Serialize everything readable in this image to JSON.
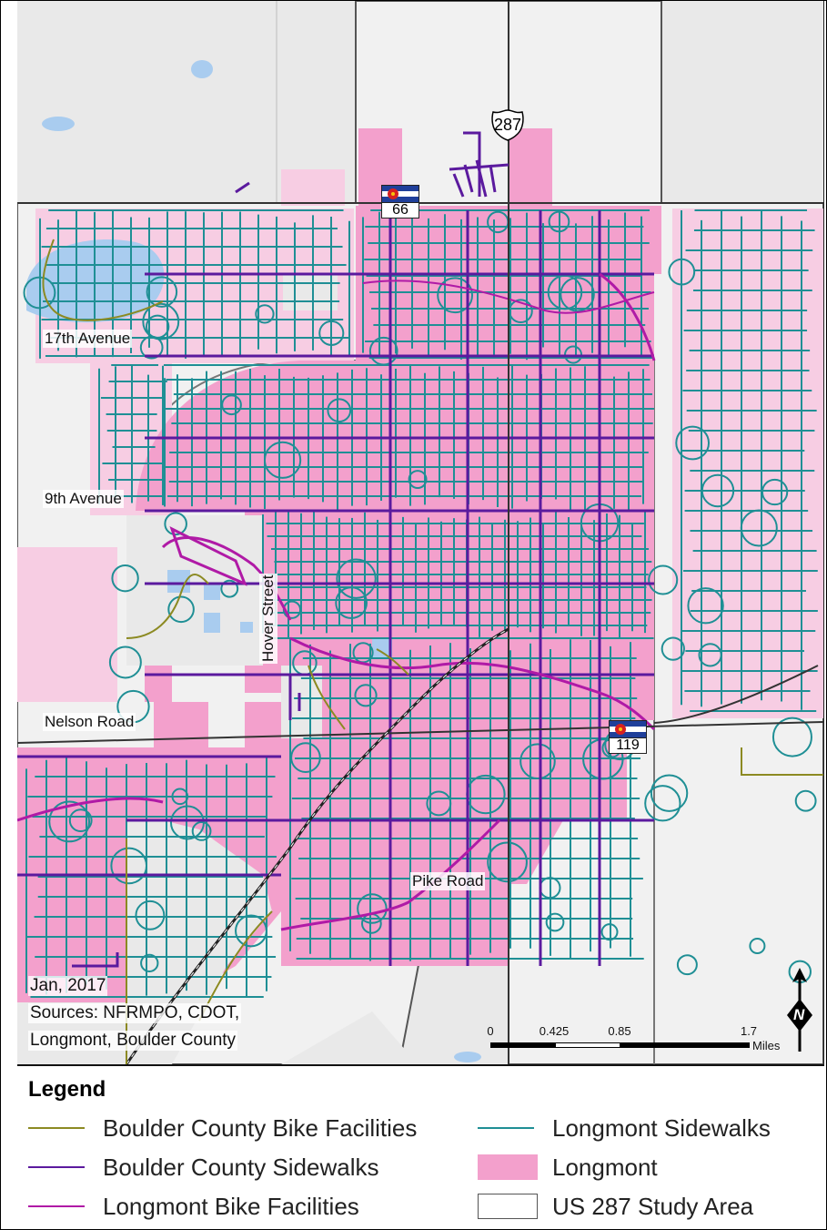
{
  "place_labels": {
    "ave17": "17th Avenue",
    "ave9": "9th Avenue",
    "hover": "Hover Street",
    "nelson": "Nelson Road",
    "pike": "Pike Road"
  },
  "shields": {
    "us287": "287",
    "co66": "66",
    "co119": "119"
  },
  "credits": {
    "date": "Jan, 2017",
    "sources_line1": "Sources: NFRMPO, CDOT,",
    "sources_line2": "Longmont, Boulder County"
  },
  "scale_bar": {
    "ticks": [
      "0",
      "0.425",
      "0.85",
      "1.7"
    ],
    "units": "Miles"
  },
  "north_arrow": {
    "letter": "N"
  },
  "legend": {
    "title": "Legend",
    "items": [
      {
        "label": "Boulder County Bike Facilities",
        "kind": "line",
        "color": "#8c8a22"
      },
      {
        "label": "Boulder County Sidewalks",
        "kind": "line",
        "color": "#5b1a9e"
      },
      {
        "label": "Longmont Bike Facilities",
        "kind": "line",
        "color": "#b01aa6"
      },
      {
        "label": "Longmont Sidewalks",
        "kind": "line",
        "color": "#1f8f95"
      },
      {
        "label": "Longmont",
        "kind": "fill",
        "color": "#f3a0cc"
      },
      {
        "label": "US 287 Study Area",
        "kind": "box",
        "color": "#ffffff"
      }
    ]
  },
  "colors": {
    "background_land": "#e6e6e6",
    "study_area": "#f0f0f0",
    "water": "#a9ccef",
    "longmont_fill": "#f3a0cc",
    "longmont_light": "#f7cde3",
    "sidewalk": "#1f8f95",
    "boulder_sidewalk": "#5b1a9e",
    "bike_facility": "#b01aa6",
    "boulder_bike": "#8c8a22"
  }
}
